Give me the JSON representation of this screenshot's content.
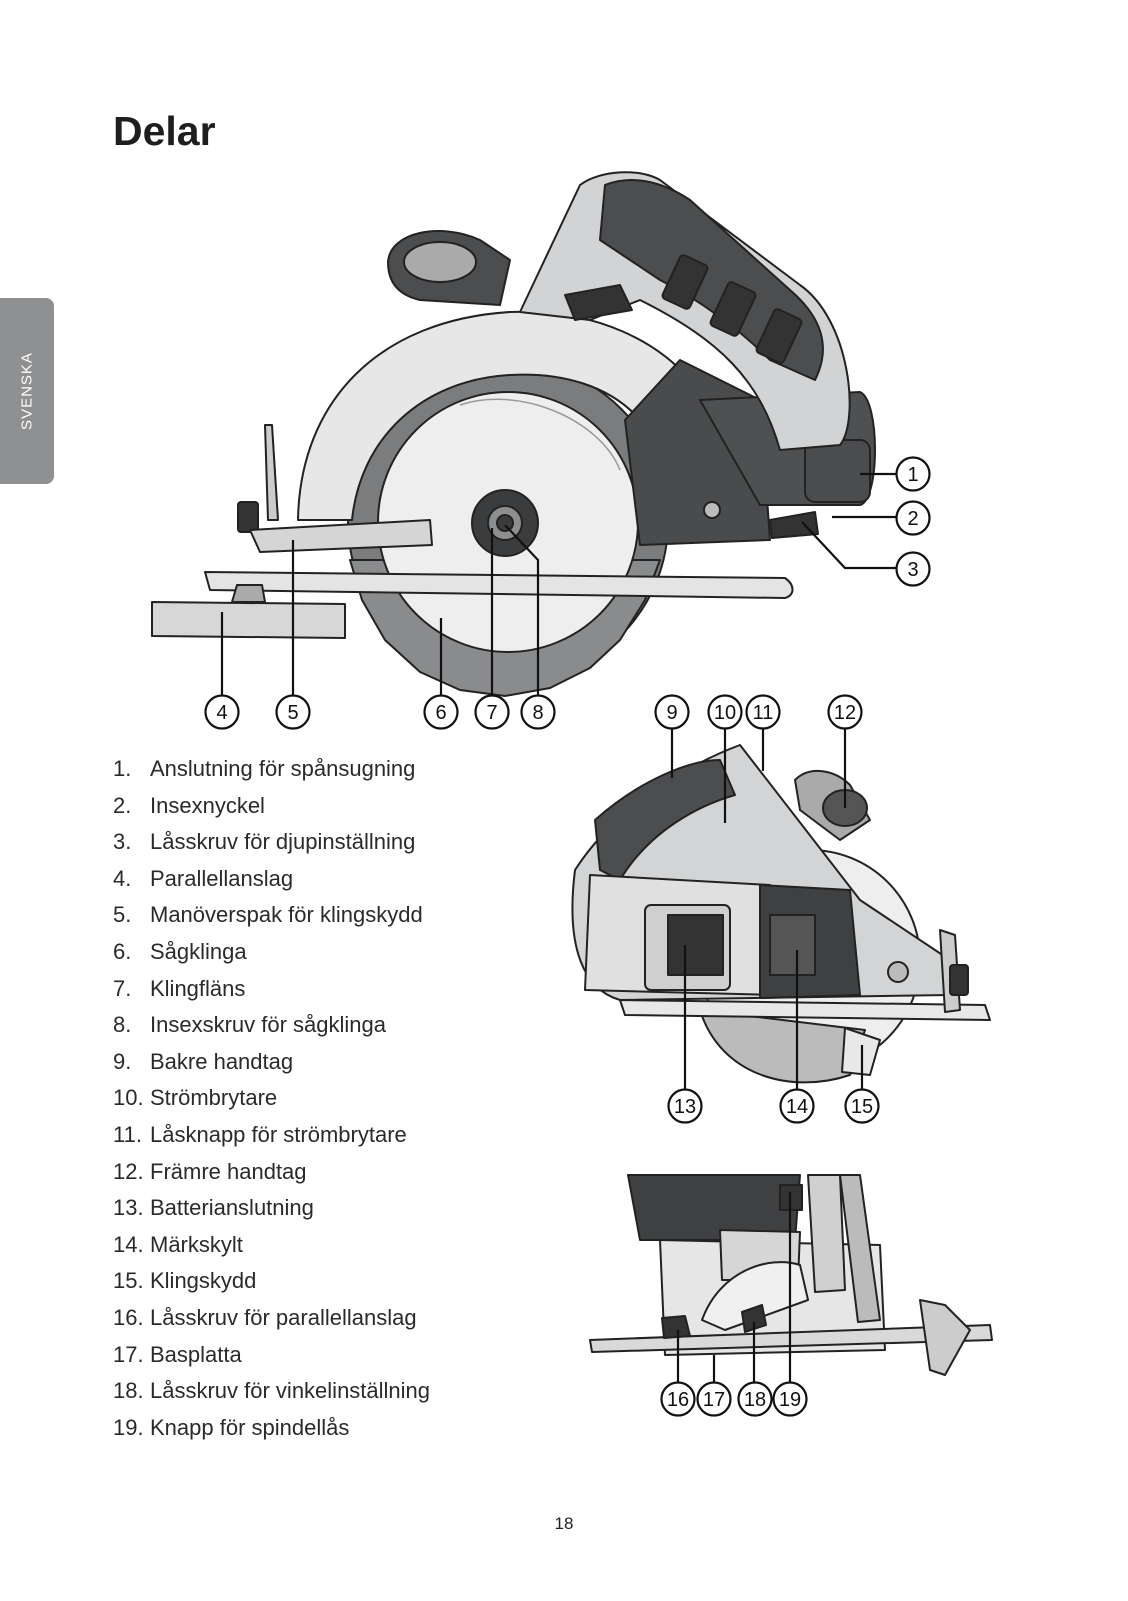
{
  "side_tab": "SVENSKA",
  "title": "Delar",
  "parts": [
    {
      "num": "1.",
      "label": "Anslutning för spånsugning"
    },
    {
      "num": "2.",
      "label": "Insexnyckel"
    },
    {
      "num": "3.",
      "label": "Låsskruv för djupinställning"
    },
    {
      "num": "4.",
      "label": "Parallellanslag"
    },
    {
      "num": "5.",
      "label": "Manöverspak för klingskydd"
    },
    {
      "num": "6.",
      "label": "Sågklinga"
    },
    {
      "num": "7.",
      "label": "Klingfläns"
    },
    {
      "num": "8.",
      "label": "Insexskruv för sågklinga"
    },
    {
      "num": "9.",
      "label": "Bakre handtag"
    },
    {
      "num": "10.",
      "label": "Strömbrytare"
    },
    {
      "num": "11.",
      "label": "Låsknapp för strömbrytare"
    },
    {
      "num": "12.",
      "label": "Främre handtag"
    },
    {
      "num": "13.",
      "label": "Batterianslutning"
    },
    {
      "num": "14.",
      "label": "Märkskylt"
    },
    {
      "num": "15.",
      "label": "Klingskydd"
    },
    {
      "num": "16.",
      "label": "Låsskruv för parallellanslag"
    },
    {
      "num": "17.",
      "label": "Basplatta"
    },
    {
      "num": "18.",
      "label": "Låsskruv för vinkelinställning"
    },
    {
      "num": "19.",
      "label": "Knapp för spindellås"
    }
  ],
  "callouts": [
    "1",
    "2",
    "3",
    "4",
    "5",
    "6",
    "7",
    "8",
    "9",
    "10",
    "11",
    "12",
    "13",
    "14",
    "15",
    "16",
    "17",
    "18",
    "19"
  ],
  "page_number": "18"
}
